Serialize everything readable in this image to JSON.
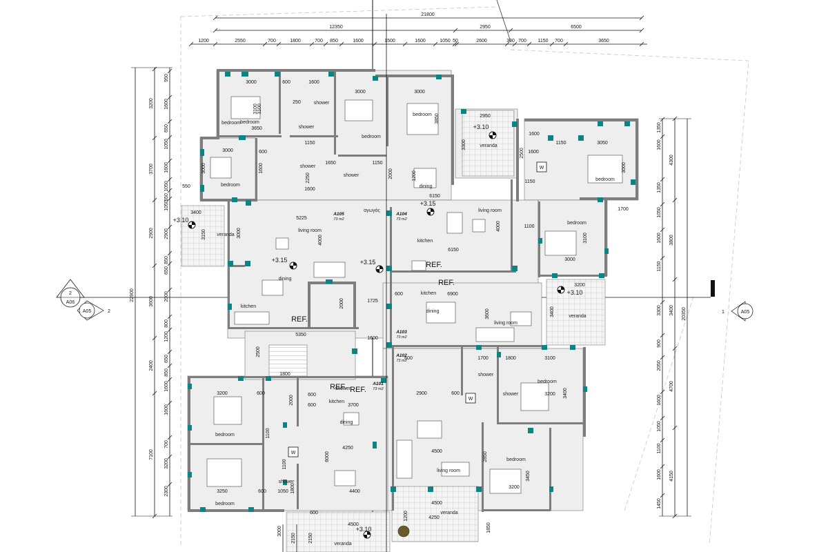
{
  "dimensions": {
    "top": {
      "overall": "21800",
      "left_segment": "12350",
      "middle_segment": "2950",
      "right_segment": "6500",
      "detail": [
        "1200",
        "2550",
        "700",
        "1800",
        "700",
        "850",
        "1600",
        "1500",
        "1600",
        "1050",
        "50",
        "2600",
        "300",
        "700",
        "1150",
        "700",
        "3650"
      ]
    },
    "left": {
      "overall": "22900",
      "outer": [
        "3200",
        "3700",
        "2900",
        "3600",
        "2400",
        "7100"
      ],
      "inner": [
        "950",
        "1600",
        "650",
        "1050",
        "1600",
        "1050",
        "550",
        "1050",
        "2900",
        "850",
        "650",
        "2000",
        "800",
        "1200",
        "650",
        "850",
        "1600",
        "1600",
        "700",
        "3200",
        "2300"
      ]
    },
    "right": {
      "overall": "20350",
      "outer": [
        "4300",
        "3800",
        "3400",
        "4700",
        "4150"
      ],
      "inner": [
        "1350",
        "1600",
        "1350",
        "1050",
        "1600",
        "1150",
        "3300",
        "900",
        "2050",
        "1600",
        "1050",
        "1100",
        "1600",
        "1450"
      ]
    },
    "bottom": [
      "3000",
      "2150",
      "2150"
    ]
  },
  "rooms": [
    {
      "label": "bedroom"
    },
    {
      "label": "shower"
    },
    {
      "label": "shower"
    },
    {
      "label": "bedroom"
    },
    {
      "label": "shower"
    },
    {
      "label": "bedroom"
    },
    {
      "label": "bedroom"
    },
    {
      "label": "veranda"
    },
    {
      "label": "veranda"
    },
    {
      "label": "living room"
    },
    {
      "label": "dining"
    },
    {
      "label": "kitchen"
    },
    {
      "label": "dining"
    },
    {
      "label": "living room"
    },
    {
      "label": "kitchen"
    },
    {
      "label": "bedroom"
    },
    {
      "label": "bedroom"
    },
    {
      "label": "veranda"
    },
    {
      "label": "dining"
    },
    {
      "label": "living room"
    },
    {
      "label": "kitchen"
    },
    {
      "label": "shower"
    },
    {
      "label": "shower"
    },
    {
      "label": "bedroom"
    },
    {
      "label": "bedroom"
    },
    {
      "label": "shower"
    },
    {
      "label": "kitchen"
    },
    {
      "label": "dining"
    },
    {
      "label": "bedroom"
    },
    {
      "label": "living room"
    },
    {
      "label": "bedroom"
    },
    {
      "label": "veranda"
    },
    {
      "label": "veranda"
    },
    {
      "label": "bedroom"
    },
    {
      "label": "shower"
    },
    {
      "label": "shower"
    },
    {
      "label": "αγωγός"
    }
  ],
  "room_dims": [
    "3000",
    "600",
    "1600",
    "250",
    "3100",
    "3000",
    "3650",
    "3000",
    "600",
    "3000",
    "3000",
    "1600",
    "1150",
    "2250",
    "1600",
    "550",
    "1650",
    "1150",
    "2000",
    "3400",
    "3150",
    "5225",
    "4000",
    "3000",
    "3850",
    "3100",
    "1600",
    "2950",
    "3300",
    "2500",
    "1600",
    "1150",
    "3050",
    "3000",
    "6150",
    "4000",
    "1200",
    "1150",
    "1100",
    "6150",
    "3100",
    "3000",
    "1700",
    "3200",
    "3400",
    "600",
    "6900",
    "3600",
    "1725",
    "2000",
    "5350",
    "1600",
    "2500",
    "1700",
    "600",
    "1800",
    "3100",
    "3400",
    "3200",
    "1800",
    "600",
    "3200",
    "3700",
    "600",
    "2000",
    "2900",
    "600",
    "600",
    "1100",
    "4250",
    "6000",
    "4500",
    "4400",
    "3250",
    "600",
    "1050",
    "1800",
    "2850",
    "3450",
    "3200",
    "4500",
    "4250",
    "4500",
    "1100",
    "600",
    "1200",
    "1850"
  ],
  "units": [
    {
      "id": "A105",
      "area": "73 m2"
    },
    {
      "id": "A104",
      "area": "73 m2"
    },
    {
      "id": "A103",
      "area": "73 m2"
    },
    {
      "id": "A102",
      "area": "73 m2"
    },
    {
      "id": "A101",
      "area": "73 m2"
    }
  ],
  "elevations": [
    "+3.10",
    "+3.10",
    "+3.15",
    "+3.15",
    "+3.15",
    "+3.10",
    "+3.10"
  ],
  "refs": [
    "REF.",
    "REF.",
    "REF.",
    "REF.",
    "REF."
  ],
  "washer_symbol": "W",
  "section_markers": {
    "left": {
      "number": "2",
      "sheet_top": "A06",
      "sheet_bottom": "A05",
      "side_number": "2"
    },
    "right": {
      "number": "1",
      "sheet": "A05"
    }
  },
  "colors": {
    "wall": "#7d7d7d",
    "column": "#0e8383",
    "floor": "#eeeeee",
    "line": "#111111"
  }
}
